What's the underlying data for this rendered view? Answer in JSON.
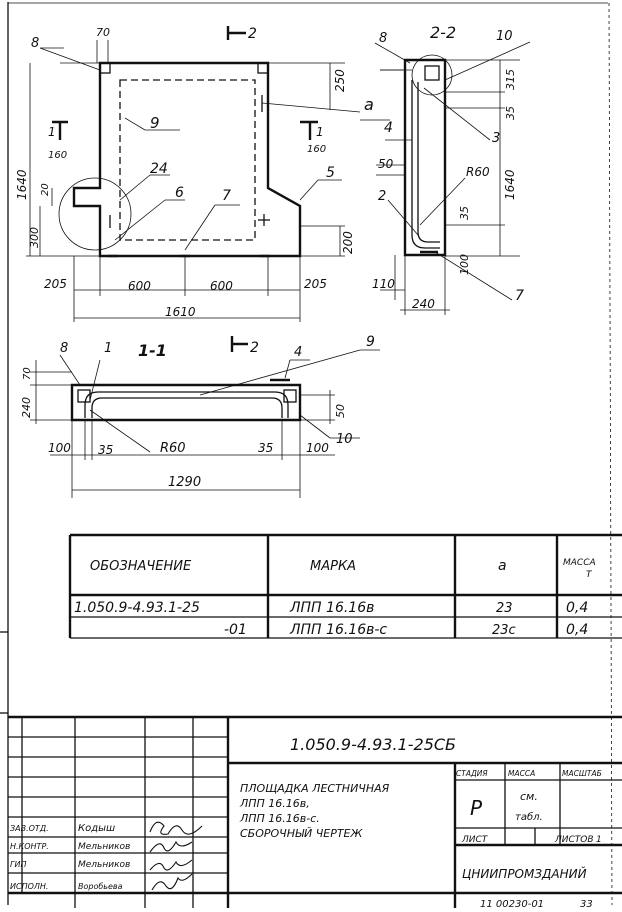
{
  "plan_view": {
    "section_mark_top": "2",
    "dims_top": [
      "70",
      "250",
      "315",
      "35"
    ],
    "dims_left": [
      "1640",
      "20",
      "160",
      "300"
    ],
    "dims_right": [
      "160",
      "200",
      "1640",
      "50",
      "35",
      "100"
    ],
    "dims_bottom": [
      "205",
      "600",
      "600",
      "205",
      "1610"
    ],
    "section_2_2": "2-2",
    "dims_section22": [
      "110",
      "240",
      "R60"
    ],
    "callouts": [
      "8",
      "9",
      "24",
      "6",
      "7",
      "5",
      "a",
      "1",
      "1",
      "4",
      "3",
      "2",
      "7",
      "10",
      "8"
    ]
  },
  "section_1_1": {
    "title": "1-1",
    "section_mark": "2",
    "callouts": [
      "8",
      "1",
      "4",
      "9",
      "10"
    ],
    "dims": [
      "70",
      "240",
      "50",
      "100",
      "35",
      "R60",
      "35",
      "100",
      "1290"
    ]
  },
  "spec_table": {
    "headers": [
      "ОБОЗНАЧЕНИЕ",
      "МАРКА",
      "a",
      "МАССА",
      "Т"
    ],
    "rows": [
      [
        "1.050.9-4.93.1-25",
        "ЛПП 16.16в",
        "23",
        "0,4"
      ],
      [
        "-01",
        "ЛПП 16.16в-с",
        "23с",
        "0,4"
      ]
    ]
  },
  "title_block": {
    "doc_code": "1.050.9-4.93.1-25СБ",
    "title_lines": [
      "ПЛОЩАДКА ЛЕСТНИЧНАЯ",
      "ЛПП 16.16в,",
      "ЛПП 16.16в-с.",
      "СБОРОЧНЫЙ ЧЕРТЕЖ"
    ],
    "stage_header": "СТАДИЯ",
    "mass_header": "МАССА",
    "scale_header": "МАСШТАБ",
    "stage_value": "Р",
    "mass_value_1": "см.",
    "mass_value_2": "табл.",
    "sheet_label": "ЛИСТ",
    "sheets_label": "ЛИСТОВ",
    "sheets_value": "1",
    "org": "ЦНИИПРОМЗДАНИЙ",
    "archive_no": "11 00230-01",
    "page_no": "33",
    "staff": [
      {
        "role": "ЗАВ.ОТД.",
        "name": "Кодыш"
      },
      {
        "role": "Н.КОНТР.",
        "name": "Мельников"
      },
      {
        "role": "ГИП",
        "name": "Мельников"
      },
      {
        "role": "ИСПОЛН.",
        "name": "Воробьева"
      }
    ]
  }
}
